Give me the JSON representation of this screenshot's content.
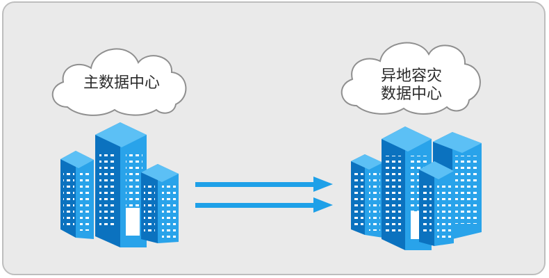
{
  "diagram": {
    "primary_site": {
      "label": "主数据中心"
    },
    "backup_site": {
      "label_line1": "异地容灾",
      "label_line2": "数据中心"
    },
    "colors": {
      "background": "#eaeaea",
      "border": "#bdbdbd",
      "building_light": "#29a3ea",
      "building_dark": "#0b72bf",
      "window": "#ffffff",
      "arrow": "#1ea0e8",
      "cloud_fill": "#ffffff",
      "cloud_stroke": "#8f8f8f",
      "text": "#2a2a2a"
    },
    "arrows": {
      "count": 2,
      "direction": "left-to-right"
    }
  }
}
